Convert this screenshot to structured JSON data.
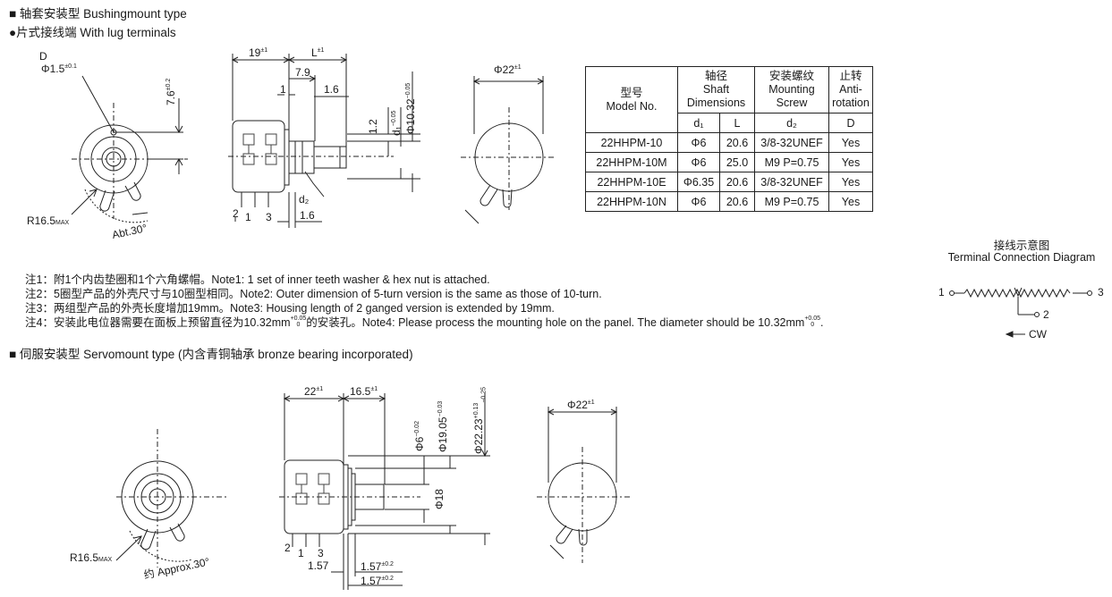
{
  "section1": {
    "title": "■ 轴套安装型 Bushingmount type",
    "subtitle": "●片式接线端 With lug terminals"
  },
  "section2": {
    "title": "■ 伺服安装型 Servomount type (内含青铜轴承 bronze bearing incorporated)"
  },
  "dims_top": {
    "D": "D",
    "phi1_5": "Φ1.5",
    "phi1_5_tol": "±0.1",
    "d7_6": "7.6",
    "d7_6_tol": "±0.2",
    "r16_5": "R16.5",
    "max": "MAX",
    "abt30": "Abt.30°",
    "d19": "19",
    "tol_pm1": "±1",
    "L": "L",
    "d7_9": "7.9",
    "d1": "1",
    "d1_6a": "1.6",
    "d1_2": "1.2",
    "d1_shaft": "d₁",
    "d1_shaft_tol": "−0.05",
    "phi10_32": "Φ10.32",
    "phi10_32_tol": "−0.05",
    "zero": "0",
    "d2": "d₂",
    "d1_6b": "1.6",
    "t2": "2",
    "t1": "1",
    "t3": "3",
    "phi22": "Φ22"
  },
  "dims_bottom": {
    "d22": "22",
    "d16_5": "16.5",
    "phi6": "Φ6",
    "phi6_tol": "−0.02",
    "phi19_05": "Φ19.05",
    "phi19_05_tol": "−0.03",
    "phi22_23": "Φ22.23",
    "phi22_23_tol_up": "+0.13",
    "phi22_23_tol_dn": "−0.25",
    "phi18": "Φ18",
    "r16_5": "R16.5",
    "max": "MAX",
    "approx30": "约 Approx.30°",
    "t2": "2",
    "t1": "1",
    "t3": "3",
    "d1_57": "1.57",
    "d1_57a": "1.57",
    "d1_57b": "1.57",
    "tol02": "±0.2",
    "phi22": "Φ22",
    "tol_pm1": "±1"
  },
  "table": {
    "headers": {
      "model": [
        "型号",
        "Model No."
      ],
      "shaft": [
        "轴径",
        "Shaft",
        "Dimensions"
      ],
      "screw": [
        "安装螺纹",
        "Mounting",
        "Screw"
      ],
      "anti": [
        "止转",
        "Anti-",
        "rotation"
      ],
      "d1": "d₁",
      "L": "L",
      "d2": "d₂",
      "D": "D"
    },
    "rows": [
      [
        "22HHPM-10",
        "Φ6",
        "20.6",
        "3/8-32UNEF",
        "Yes"
      ],
      [
        "22HHPM-10M",
        "Φ6",
        "25.0",
        "M9 P=0.75",
        "Yes"
      ],
      [
        "22HHPM-10E",
        "Φ6.35",
        "20.6",
        "3/8-32UNEF",
        "Yes"
      ],
      [
        "22HHPM-10N",
        "Φ6",
        "20.6",
        "M9 P=0.75",
        "Yes"
      ]
    ]
  },
  "terminal_diagram": {
    "title_cn": "接线示意图",
    "title_en": "Terminal Connection Diagram",
    "label1": "1",
    "label2": "2",
    "label3": "3",
    "cw": "CW"
  },
  "notes": [
    "注1：附1个内齿垫圈和1个六角螺帽。Note1: 1 set of inner teeth washer & hex nut is attached.",
    "注2：5圈型产品的外壳尺寸与10圈型相同。Note2: Outer dimension of 5-turn version is the same as those of 10-turn.",
    "注3：两组型产品的外壳长度增加19mm。Note3: Housing length of 2 ganged version is extended by 19mm.",
    "注4：安装此电位器需要在面板上预留直径为10.32mm",
    "的安装孔。Note4: Please process the mounting hole on the panel. The diameter should be 10.32mm"
  ],
  "note4_tol": {
    "up": "+0.05",
    "dn": "0"
  }
}
